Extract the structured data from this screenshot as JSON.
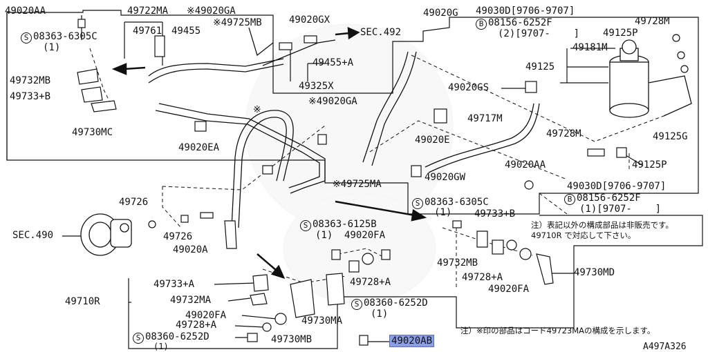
{
  "diagram_id": "A497A326",
  "highlighted_part": "49020AB",
  "parts": [
    {
      "id": "p01",
      "code": "49020AA"
    },
    {
      "id": "p02",
      "code": "49722MA"
    },
    {
      "id": "p03",
      "code": "※49020GA"
    },
    {
      "id": "p04",
      "code": "49761"
    },
    {
      "id": "p05",
      "code": "49455"
    },
    {
      "id": "p06",
      "code": "※49725MB"
    },
    {
      "id": "p07",
      "code": "49020GX"
    },
    {
      "id": "p08",
      "code": "SEC.492"
    },
    {
      "id": "p09",
      "code": "49020G"
    },
    {
      "id": "p10",
      "code": "49030D[9706-9707]"
    },
    {
      "id": "p11",
      "code": "49728M"
    },
    {
      "id": "p12",
      "code": "08156-6252F"
    },
    {
      "id": "p13",
      "code": "(2)[9707-    ]"
    },
    {
      "id": "p14",
      "code": "49125P"
    },
    {
      "id": "p15",
      "code": "49181M"
    },
    {
      "id": "p16",
      "code": "08363-6305C"
    },
    {
      "id": "p17",
      "code": "(1)"
    },
    {
      "id": "p18",
      "code": "49732MB"
    },
    {
      "id": "p19",
      "code": "49733+B"
    },
    {
      "id": "p20",
      "code": "49730MC"
    },
    {
      "id": "p21",
      "code": "49455+A"
    },
    {
      "id": "p22",
      "code": "49325X"
    },
    {
      "id": "p23",
      "code": "49125"
    },
    {
      "id": "p24",
      "code": "49020GS"
    },
    {
      "id": "p25",
      "code": "※"
    },
    {
      "id": "p26",
      "code": "※49020GA"
    },
    {
      "id": "p27",
      "code": "49717M"
    },
    {
      "id": "p28",
      "code": "49020E"
    },
    {
      "id": "p29",
      "code": "49125G"
    },
    {
      "id": "p30",
      "code": "49020EA"
    },
    {
      "id": "p31",
      "code": "49728M"
    },
    {
      "id": "p32",
      "code": "49125P"
    },
    {
      "id": "p33",
      "code": "49020AA"
    },
    {
      "id": "p34",
      "code": "※49725MA"
    },
    {
      "id": "p35",
      "code": "49020GW"
    },
    {
      "id": "p36",
      "code": "49030D[9706-9707]"
    },
    {
      "id": "p37",
      "code": "49726"
    },
    {
      "id": "p38",
      "code": "08363-6305C"
    },
    {
      "id": "p39",
      "code": "(1)"
    },
    {
      "id": "p40",
      "code": "08156-6252F"
    },
    {
      "id": "p41",
      "code": "(1)[9707-    ]"
    },
    {
      "id": "p42",
      "code": "49733+B"
    },
    {
      "id": "p43",
      "code": "SEC.490"
    },
    {
      "id": "p44",
      "code": "08363-6125B"
    },
    {
      "id": "p45",
      "code": "(1)"
    },
    {
      "id": "p46",
      "code": "49726"
    },
    {
      "id": "p47",
      "code": "49020FA"
    },
    {
      "id": "p48",
      "code": "49020A"
    },
    {
      "id": "p49",
      "code": "49732MB"
    },
    {
      "id": "p50",
      "code": "49728+A"
    },
    {
      "id": "p51",
      "code": "49730MD"
    },
    {
      "id": "p52",
      "code": "49733+A"
    },
    {
      "id": "p53",
      "code": "49728+A"
    },
    {
      "id": "p54",
      "code": "49020FA"
    },
    {
      "id": "p55",
      "code": "49710R"
    },
    {
      "id": "p56",
      "code": "49732MA"
    },
    {
      "id": "p57",
      "code": "08360-6252D"
    },
    {
      "id": "p58",
      "code": "(1)"
    },
    {
      "id": "p59",
      "code": "49020FA"
    },
    {
      "id": "p60",
      "code": "49730MA"
    },
    {
      "id": "p61",
      "code": "49728+A"
    },
    {
      "id": "p62",
      "code": "08360-6252D"
    },
    {
      "id": "p63",
      "code": "(1)"
    },
    {
      "id": "p64",
      "code": "49730MB"
    },
    {
      "id": "p65",
      "code": "49020AB"
    }
  ],
  "notes": {
    "note1": "注）表記以外の構成部品は非販売です。\n49710R で対応して下さい。",
    "note2": "注）※印の部品はコード49723MAの構成を示します。"
  },
  "symbols": {
    "s_mark": "S",
    "b_mark": "B"
  }
}
